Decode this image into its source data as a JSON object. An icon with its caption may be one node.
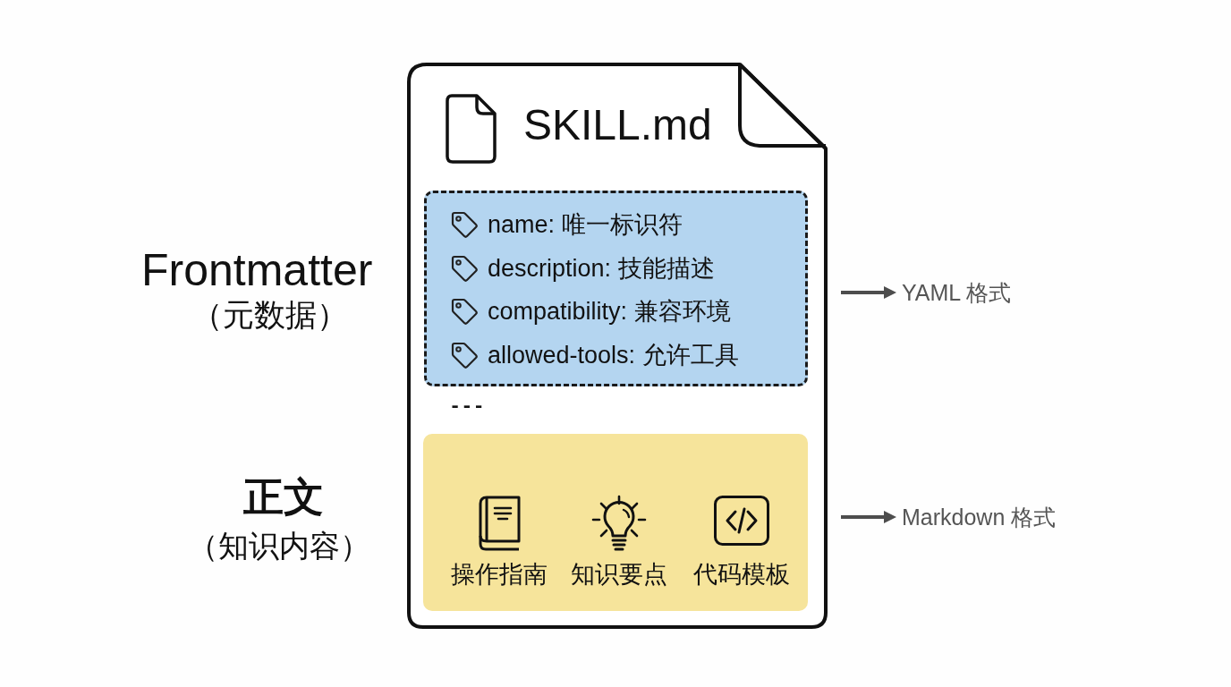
{
  "diagram": {
    "nodes": [
      {
        "text": [
          "SKILL.md"
        ]
      },
      {
        "text": [
          "name: 唯一标识符",
          "description: 技能描述",
          "compatibility: 兼容环境",
          "allowed-tools: 允许工具"
        ],
        "in": 0,
        "beside": [
          "Frontmatter",
          "（元数据）"
        ]
      },
      {
        "text": [
          "操作指南",
          "知识要点",
          "代码模板"
        ],
        "in": 0,
        "beside": [
          "正文",
          "（知识内容）"
        ]
      },
      {
        "text": [
          "YAML 格式"
        ]
      },
      {
        "text": [
          "Markdown 格式"
        ]
      }
    ],
    "edges": [
      {
        "from": null,
        "to": 3,
        "arrow": "to"
      },
      {
        "from": null,
        "to": 4,
        "arrow": "to"
      }
    ],
    "labels": [
      "---"
    ]
  }
}
